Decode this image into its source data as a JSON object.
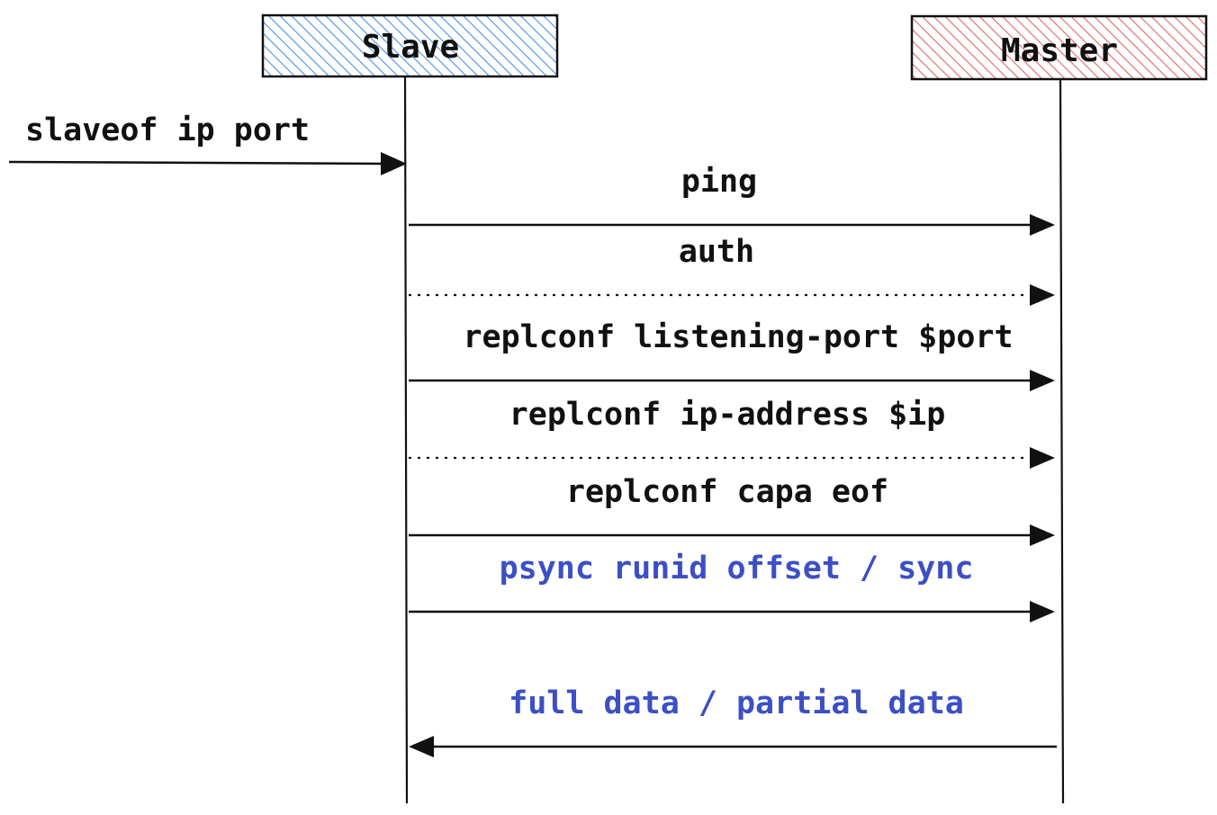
{
  "colors": {
    "ink": "#111111",
    "slave_fill": "#a5c8f0",
    "slave_hatch": "#4a90e2",
    "master_fill": "#f5b3b3",
    "master_hatch": "#e06666",
    "highlight_text": "#3c4fc4"
  },
  "actors": {
    "slave": {
      "label": "Slave"
    },
    "master": {
      "label": "Master"
    }
  },
  "trigger": {
    "label": "slaveof ip port"
  },
  "messages": [
    {
      "label": "ping",
      "from": "slave",
      "to": "master",
      "style": "solid",
      "highlight": false
    },
    {
      "label": "auth",
      "from": "slave",
      "to": "master",
      "style": "dotted",
      "highlight": false
    },
    {
      "label": "replconf listening-port $port",
      "from": "slave",
      "to": "master",
      "style": "solid",
      "highlight": false
    },
    {
      "label": "replconf ip-address $ip",
      "from": "slave",
      "to": "master",
      "style": "dotted",
      "highlight": false
    },
    {
      "label": "replconf capa eof",
      "from": "slave",
      "to": "master",
      "style": "solid",
      "highlight": false
    },
    {
      "label": "psync runid offset / sync",
      "from": "slave",
      "to": "master",
      "style": "solid",
      "highlight": true
    },
    {
      "label": "full data / partial data",
      "from": "master",
      "to": "slave",
      "style": "solid",
      "highlight": true
    }
  ]
}
